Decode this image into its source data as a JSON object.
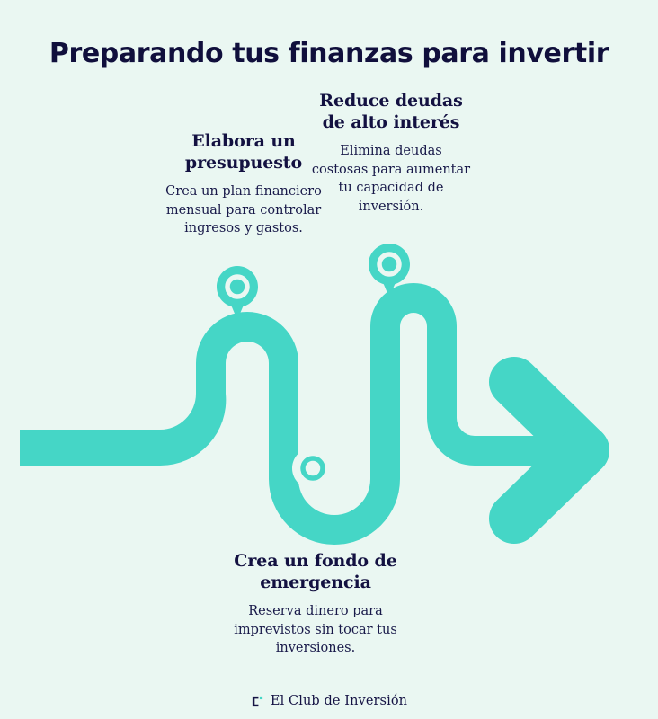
{
  "page": {
    "title": "Preparando tus finanzas para invertir",
    "background_color": "#eaf7f2",
    "accent_color": "#45d6c6",
    "text_color": "#100f3c"
  },
  "steps": [
    {
      "id": "budget",
      "heading": "Elabora un presupuesto",
      "body": "Crea un plan financiero mensual para controlar ingresos y gastos.",
      "marker": "map-pin-icon"
    },
    {
      "id": "debt",
      "heading": "Reduce deudas de alto interés",
      "body": "Elimina deudas costosas para aumentar tu capacidad de inversión.",
      "marker": "map-pin-icon"
    },
    {
      "id": "fund",
      "heading": "Crea un fondo de emergencia",
      "body": "Reserva dinero para imprevistos sin tocar tus inversiones.",
      "marker": "map-pin-icon"
    }
  ],
  "artwork": {
    "path_name": "winding-road-arrow",
    "arrow_name": "arrow-right-icon",
    "pin_name": "map-pin-icon"
  },
  "footer": {
    "brand": "El Club de Inversión",
    "logo_name": "el-club-de-inversion-logo"
  }
}
